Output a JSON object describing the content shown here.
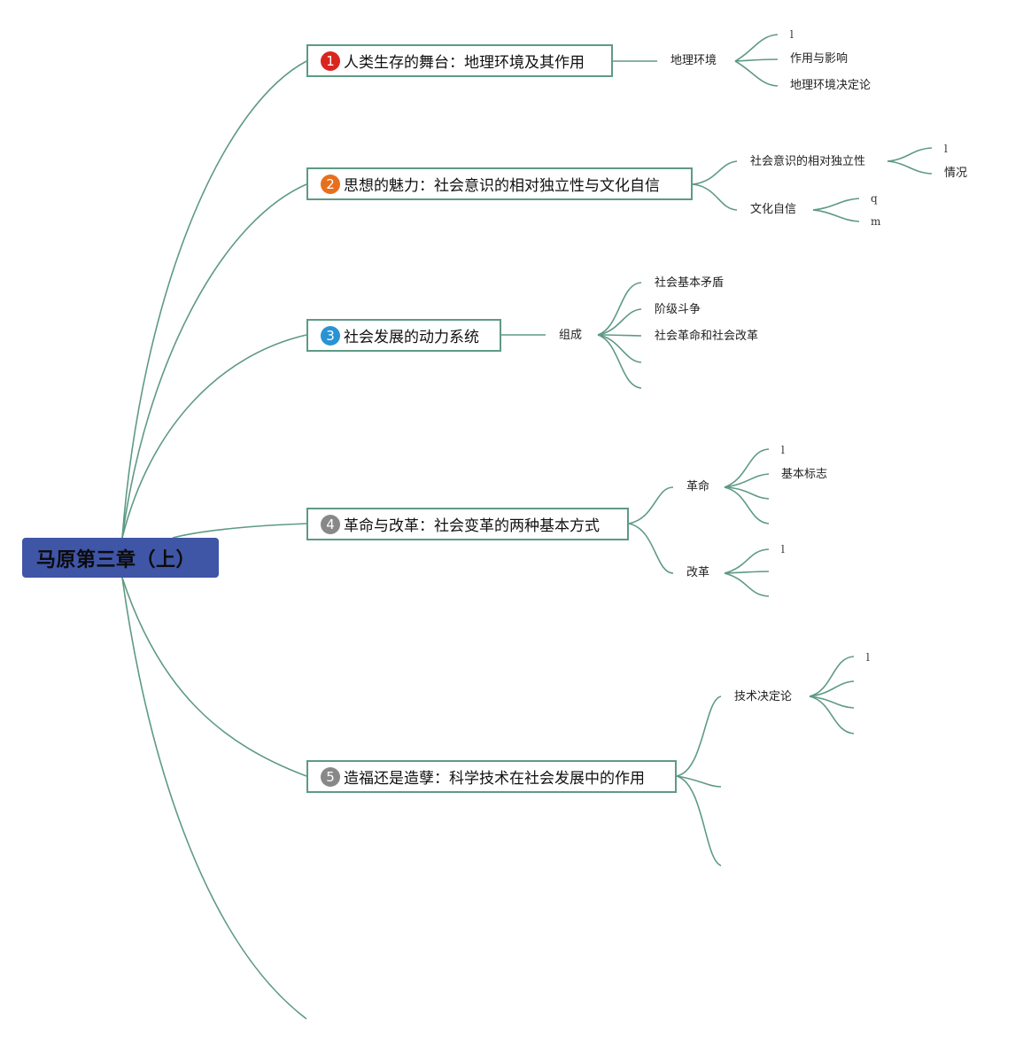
{
  "root": {
    "title": "马原第三章（上）"
  },
  "colors": {
    "root_fill": "#3f55a6",
    "line": "#5e9a84",
    "badge_1": "#d9251d",
    "badge_2": "#e7701e",
    "badge_3": "#2a93d5",
    "badge_4": "#888888",
    "badge_5": "#888888"
  },
  "branches": [
    {
      "num": "1",
      "title": "人类生存的舞台：地理环境及其作用",
      "sub": [
        {
          "label": "地理环境",
          "leaves": [
            "l",
            "作用与影响",
            "地理环境决定论"
          ]
        }
      ]
    },
    {
      "num": "2",
      "title": "思想的魅力：社会意识的相对独立性与文化自信",
      "sub": [
        {
          "label": "社会意识的相对独立性",
          "leaves": [
            "l",
            "情况"
          ]
        },
        {
          "label": "文化自信",
          "leaves": [
            "q",
            "m"
          ]
        }
      ]
    },
    {
      "num": "3",
      "title": "社会发展的动力系统",
      "sub": [
        {
          "label": "组成",
          "leaves": [
            "社会基本矛盾",
            "阶级斗争",
            "社会革命和社会改革"
          ]
        }
      ]
    },
    {
      "num": "4",
      "title": "革命与改革：社会变革的两种基本方式",
      "sub": [
        {
          "label": "革命",
          "leaves": [
            "l",
            "基本标志"
          ]
        },
        {
          "label": "改革",
          "leaves": [
            "l"
          ]
        }
      ]
    },
    {
      "num": "5",
      "title": "造福还是造孽：科学技术在社会发展中的作用",
      "sub": [
        {
          "label": "技术决定论",
          "leaves": [
            "l"
          ]
        }
      ]
    }
  ]
}
